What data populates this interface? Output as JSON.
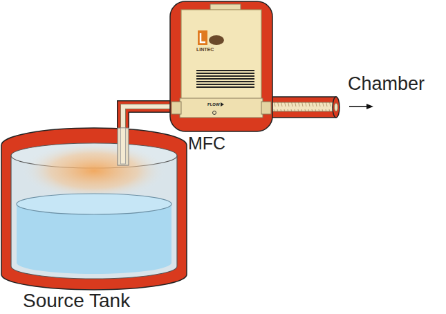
{
  "diagram": {
    "nodes": [
      {
        "text": [
          "Source Tank"
        ]
      },
      {
        "text": [
          "MFC",
          "LINTEC",
          "FLOW"
        ]
      }
    ],
    "edges": [
      {
        "from": 0,
        "to": 1,
        "arrow": "none"
      }
    ],
    "labels": [
      "Chamber"
    ]
  }
}
